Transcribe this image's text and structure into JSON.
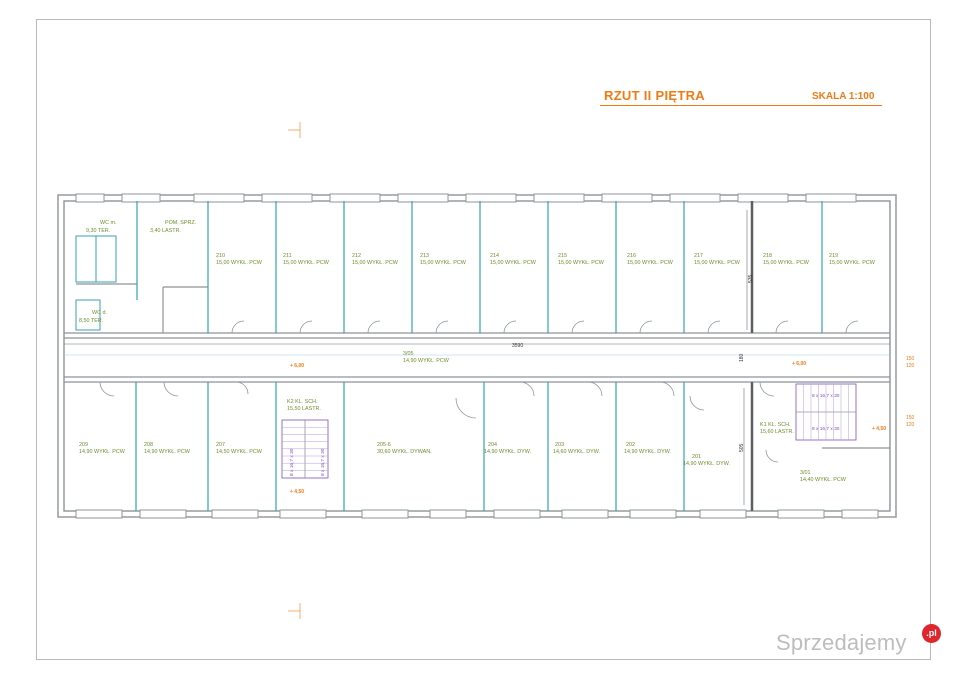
{
  "drawing": {
    "title": "RZUT II PIĘTRA",
    "scale": "SKALA 1:100",
    "corridor_length": "3590",
    "dim_top_right": "535",
    "dim_mid": "180",
    "dim_low_right": "505",
    "side_dims": [
      "150",
      "120",
      "150",
      "120"
    ]
  },
  "rooms": [
    {
      "num": "WC m.",
      "area": "9,30",
      "floor": "TER."
    },
    {
      "num": "POM. SPRZ.",
      "area": "3,40",
      "floor": "LASTR."
    },
    {
      "num": "WC d.",
      "area": "8,50",
      "floor": "TER."
    },
    {
      "num": "210",
      "area": "15,00",
      "floor": "WYKŁ. PCW"
    },
    {
      "num": "211",
      "area": "15,00",
      "floor": "WYKŁ. PCW"
    },
    {
      "num": "212",
      "area": "15,00",
      "floor": "WYKŁ. PCW"
    },
    {
      "num": "213",
      "area": "15,00",
      "floor": "WYKŁ. PCW"
    },
    {
      "num": "214",
      "area": "15,00",
      "floor": "WYKŁ. PCW"
    },
    {
      "num": "215",
      "area": "15,00",
      "floor": "WYKŁ. PCW"
    },
    {
      "num": "216",
      "area": "15,00",
      "floor": "WYKŁ. PCW"
    },
    {
      "num": "217",
      "area": "15,00",
      "floor": "WYKŁ. PCW"
    },
    {
      "num": "218",
      "area": "15,00",
      "floor": "WYKŁ. PCW"
    },
    {
      "num": "219",
      "area": "15,00",
      "floor": "WYKŁ. PCW"
    },
    {
      "num": "3/05",
      "area": "14,90",
      "floor": "WYKŁ. PCW"
    },
    {
      "num": "209",
      "area": "14,90",
      "floor": "WYKŁ. PCW"
    },
    {
      "num": "208",
      "area": "14,90",
      "floor": "WYKŁ. PCW"
    },
    {
      "num": "207",
      "area": "14,50",
      "floor": "WYKŁ. PCW"
    },
    {
      "num": "K2",
      "area": "15,50",
      "floor": "KL. SCH.",
      "floor2": "LASTR."
    },
    {
      "num": "205-6",
      "area": "30,60",
      "floor": "WYKŁ. DYWAN."
    },
    {
      "num": "204",
      "area": "14,90",
      "floor": "WYKŁ. DYW."
    },
    {
      "num": "203",
      "area": "14,60",
      "floor": "WYKŁ. DYW."
    },
    {
      "num": "202",
      "area": "14,90",
      "floor": "WYKŁ. DYW."
    },
    {
      "num": "201",
      "area": "14,90",
      "floor": "WYKŁ. DYW."
    },
    {
      "num": "K1",
      "area": "15,60",
      "floor": "KL. SCH.",
      "floor2": "LASTR."
    },
    {
      "num": "3/01",
      "area": "14,40",
      "floor": "WYKŁ. PCW"
    }
  ],
  "levels": [
    "+ 6,00",
    "+ 6,00",
    "+ 4,50",
    "+ 4,50"
  ],
  "stairs": [
    "8 x 16,7 x 30",
    "8 x 16,7 x 30",
    "8 x 16,7 x 30",
    "8 x 16,7 x 30"
  ],
  "watermark": {
    "text": "Sprzedajemy",
    "badge": ".pl"
  },
  "colors": {
    "accent": "#f07a14",
    "wall": "#9aa0a3",
    "room_text": "#6b8f2c",
    "stair": "#7a4fc0",
    "glazing": "#3aa0b0"
  }
}
